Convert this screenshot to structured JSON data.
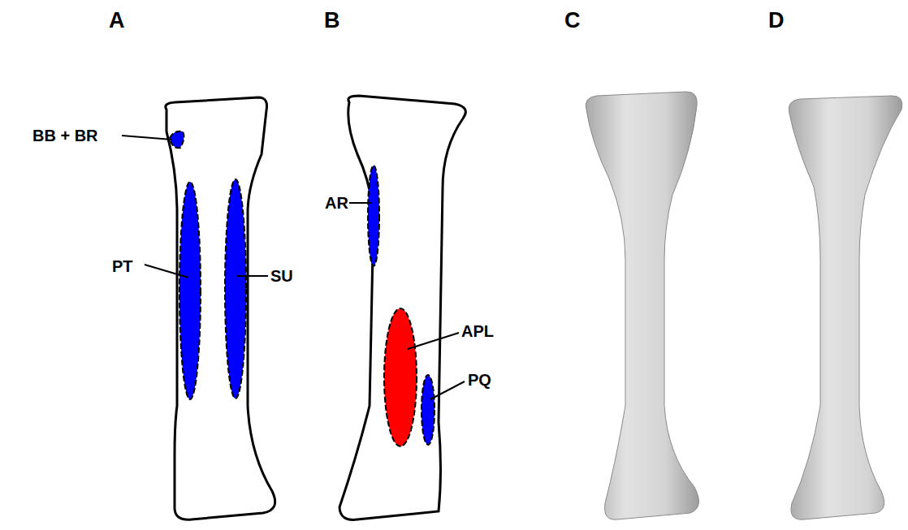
{
  "diagram": {
    "labels": [
      "A",
      "B",
      "C",
      "D",
      "BB + BR",
      "PT",
      "SU",
      "AR",
      "APL",
      "PQ"
    ]
  }
}
